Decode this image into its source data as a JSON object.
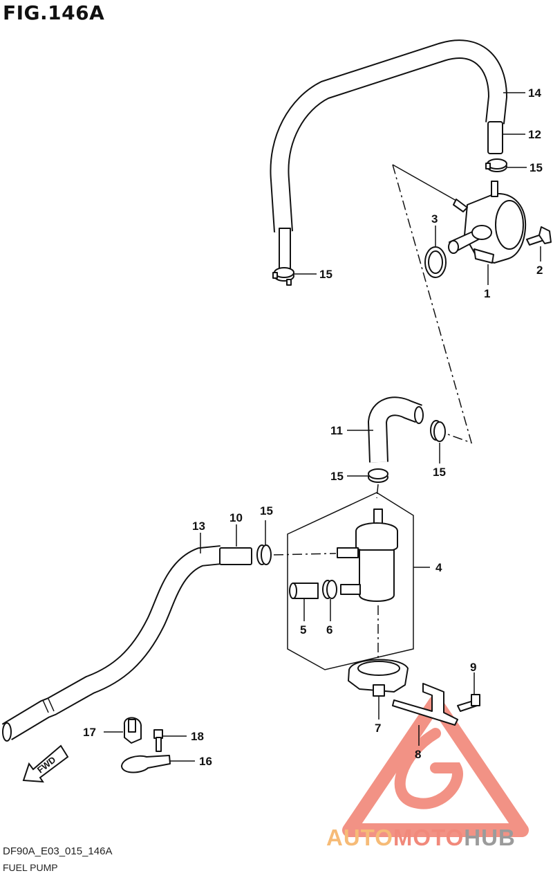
{
  "figure": {
    "title": "FIG.146A",
    "code": "DF90A_E03_015_146A",
    "name": "FUEL PUMP"
  },
  "callouts": [
    "1",
    "2",
    "3",
    "4",
    "5",
    "6",
    "7",
    "8",
    "9",
    "10",
    "11",
    "12",
    "13",
    "14",
    "15",
    "16",
    "17",
    "18"
  ],
  "fwd_label": "FWD",
  "watermark": {
    "part1": "AUTO",
    "part2": "MOTO",
    "part3": "HUB",
    "colors": {
      "triangle": "#f08070",
      "auto": "#f5b060",
      "moto": "#ef7565",
      "hub": "#8a8a8a"
    }
  }
}
